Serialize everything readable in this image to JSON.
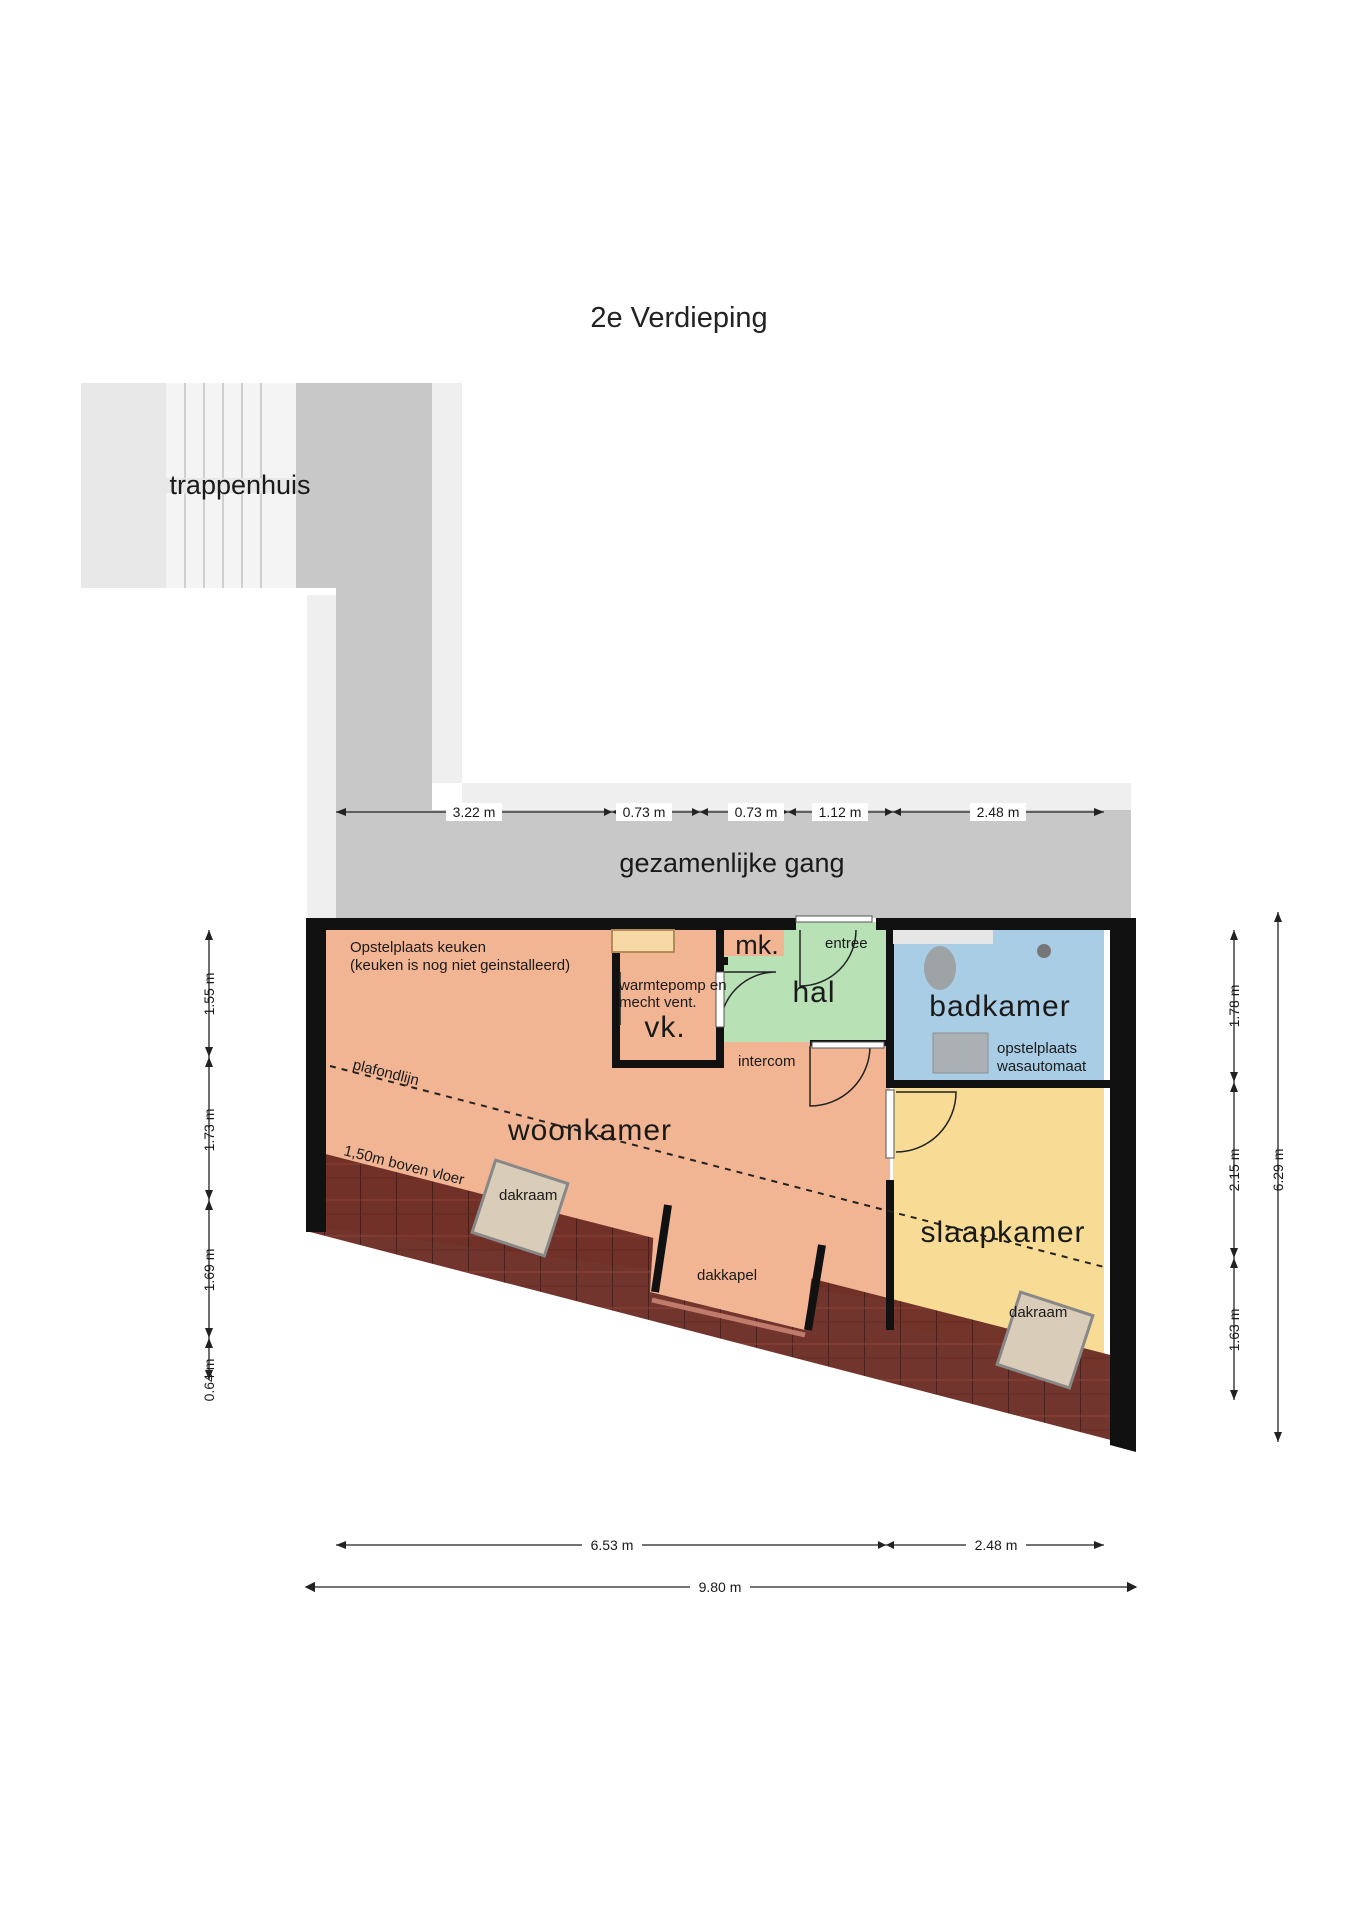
{
  "title": "2e Verdieping",
  "rooms": {
    "stairwell": "trappenhuis",
    "corridor": "gezamenlijke gang",
    "living": "woonkamer",
    "hall": "hal",
    "bathroom": "badkamer",
    "bedroom": "slaapkamer",
    "storage": "vk.",
    "meter_cupboard": "mk."
  },
  "labels": {
    "kitchen_line1": "Opstelplaats keuken",
    "kitchen_line2": "(keuken is nog niet geinstalleerd)",
    "heatpump_line1": "warmtepomp en",
    "heatpump_line2": "mecht vent.",
    "entrance": "entree",
    "intercom": "intercom",
    "washer_line1": "opstelplaats",
    "washer_line2": "wasautomaat",
    "ceiling_line": "plafondlijn",
    "height_note": "1,50m boven vloer",
    "skylight_1": "dakraam",
    "skylight_2": "dakraam",
    "dormer": "dakkapel"
  },
  "dimensions": {
    "top": [
      "3.22 m",
      "0.73 m",
      "0.73 m",
      "1.12 m",
      "2.48 m"
    ],
    "left": [
      "1.55 m",
      "1.73 m",
      "1.69 m",
      "0.64 m"
    ],
    "right": [
      "1.78 m",
      "2.15 m",
      "1.63 m"
    ],
    "right_total": "6.29 m",
    "bottom": [
      "6.53 m",
      "2.48 m"
    ],
    "bottom_total": "9.80 m"
  },
  "colors": {
    "living": "#f2b593",
    "hall": "#b9e1b6",
    "bathroom": "#a8cde4",
    "bedroom": "#f8dc95",
    "corridor": "#c8c8c8",
    "wall": "#111111",
    "roof": "#6b2a22"
  }
}
